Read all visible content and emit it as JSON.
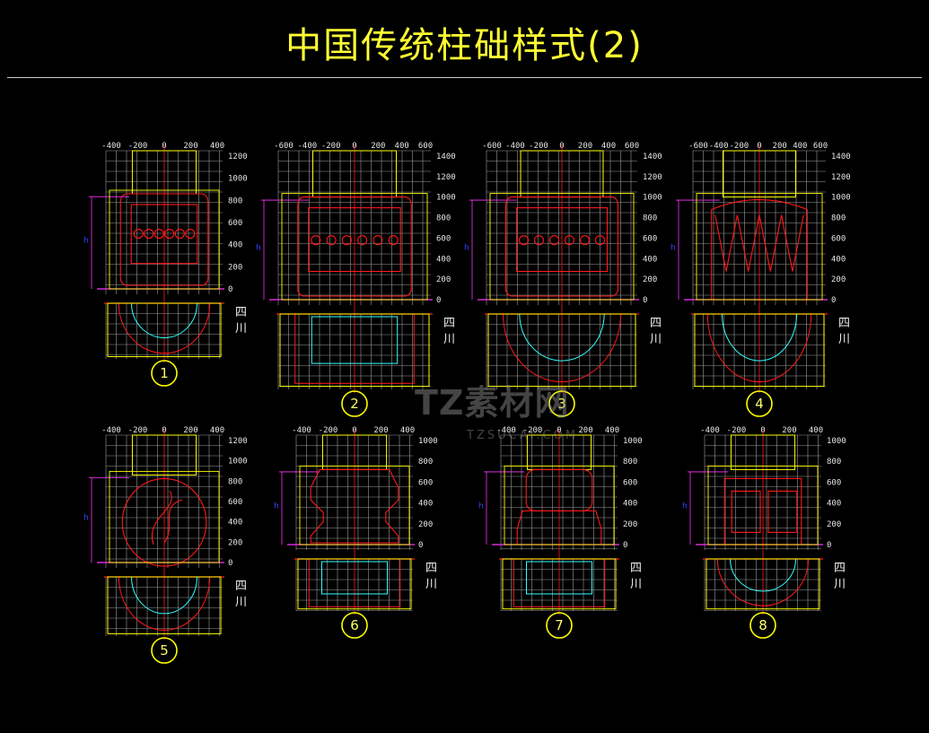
{
  "title": "中国传统柱础样式(2)",
  "region_label_line1": "四",
  "region_label_line2": "川",
  "watermark": "TZ素材网",
  "watermark_sub": "TZSUCAI.COM",
  "colors": {
    "title": "#ffff33",
    "grid": "#bdbdbd",
    "red": "#ff1a1a",
    "yellow": "#ffff00",
    "cyan": "#33ffff",
    "magenta": "#ff33ff",
    "blue": "#3344ff"
  },
  "panels": [
    {
      "number": "1",
      "x_ticks": [
        "-400",
        "-200",
        "0",
        "200",
        "400"
      ],
      "y_ticks": [
        "1200",
        "1000",
        "800",
        "600",
        "400",
        "200",
        "0"
      ],
      "h_mark": "h"
    },
    {
      "number": "2",
      "x_ticks": [
        "-600",
        "-400",
        "-200",
        "0",
        "200",
        "400",
        "600"
      ],
      "y_ticks": [
        "1400",
        "1200",
        "1000",
        "800",
        "600",
        "400",
        "200",
        "0"
      ],
      "h_mark": "h"
    },
    {
      "number": "3",
      "x_ticks": [
        "-600",
        "-400",
        "-200",
        "0",
        "200",
        "400",
        "600"
      ],
      "y_ticks": [
        "1400",
        "1200",
        "1000",
        "800",
        "600",
        "400",
        "200",
        "0"
      ],
      "h_mark": "h"
    },
    {
      "number": "4",
      "x_ticks": [
        "-600",
        "-400",
        "-200",
        "0",
        "200",
        "400",
        "600"
      ],
      "y_ticks": [
        "1400",
        "1200",
        "1000",
        "800",
        "600",
        "400",
        "200",
        "0"
      ],
      "h_mark": "h"
    },
    {
      "number": "5",
      "x_ticks": [
        "-400",
        "-200",
        "0",
        "200",
        "400"
      ],
      "y_ticks": [
        "1200",
        "1000",
        "800",
        "600",
        "400",
        "200",
        "0"
      ],
      "h_mark": "h"
    },
    {
      "number": "6",
      "x_ticks": [
        "-400",
        "-200",
        "0",
        "200",
        "400"
      ],
      "y_ticks": [
        "1000",
        "800",
        "600",
        "400",
        "200",
        "0"
      ],
      "h_mark": "h"
    },
    {
      "number": "7",
      "x_ticks": [
        "-400",
        "-200",
        "0",
        "200",
        "400"
      ],
      "y_ticks": [
        "1000",
        "800",
        "600",
        "400",
        "200",
        "0"
      ],
      "h_mark": "h"
    },
    {
      "number": "8",
      "x_ticks": [
        "-400",
        "-200",
        "0",
        "200",
        "400"
      ],
      "y_ticks": [
        "1000",
        "800",
        "600",
        "400",
        "200",
        "0"
      ],
      "h_mark": "h"
    }
  ]
}
